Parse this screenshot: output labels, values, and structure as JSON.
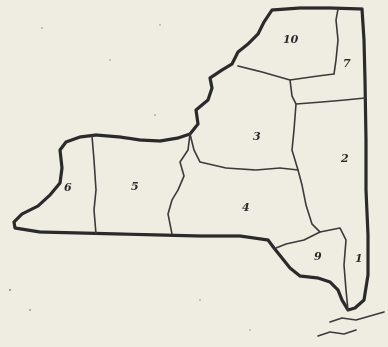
{
  "regions": [
    {
      "id": "region-10",
      "label": "10"
    },
    {
      "id": "region-7",
      "label": "7"
    },
    {
      "id": "region-3",
      "label": "3"
    },
    {
      "id": "region-2",
      "label": "2"
    },
    {
      "id": "region-6",
      "label": "6"
    },
    {
      "id": "region-5",
      "label": "5"
    },
    {
      "id": "region-4",
      "label": "4"
    },
    {
      "id": "region-9",
      "label": "9"
    },
    {
      "id": "region-1",
      "label": "1"
    }
  ],
  "colors": {
    "paper": "#efece1",
    "ink": "#2a2a2a"
  }
}
